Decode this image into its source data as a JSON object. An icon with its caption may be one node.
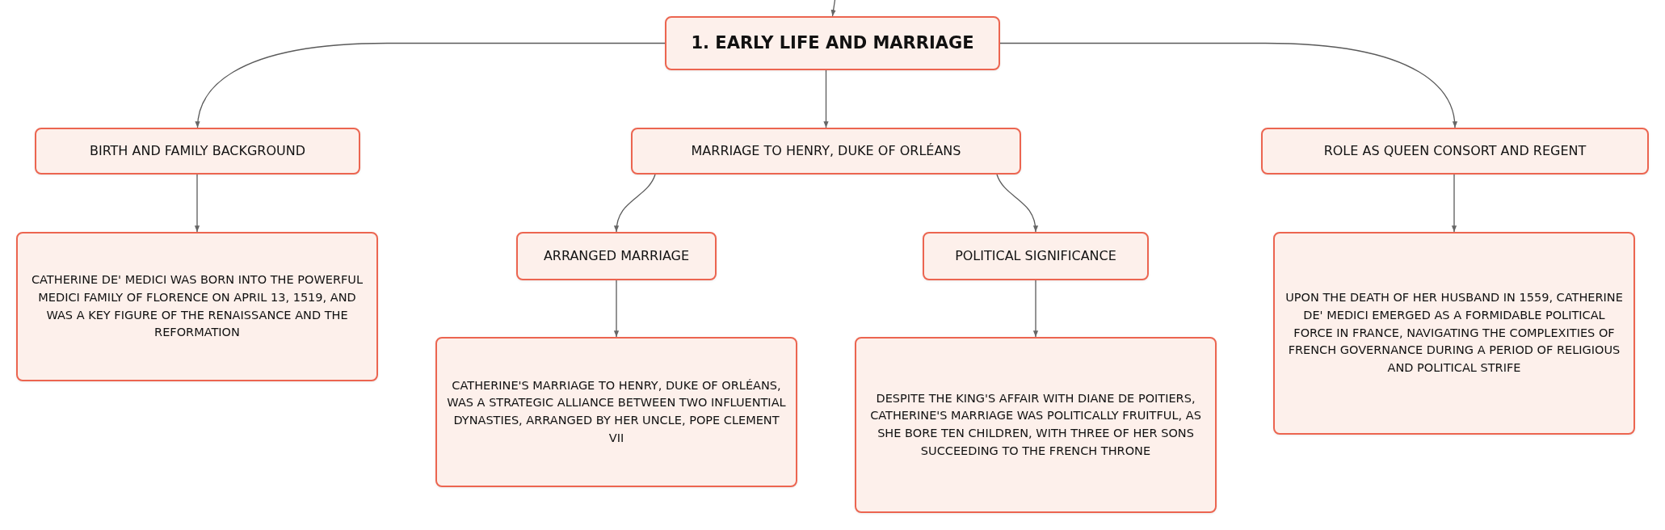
{
  "diagram": {
    "nodes": [
      {
        "text": [
          "1. EARLY LIFE AND MARRIAGE"
        ]
      },
      {
        "text": [
          "BIRTH AND FAMILY BACKGROUND"
        ]
      },
      {
        "text": [
          "MARRIAGE TO HENRY, DUKE OF ORLÉANS"
        ]
      },
      {
        "text": [
          "ROLE AS QUEEN CONSORT AND REGENT"
        ]
      },
      {
        "text": [
          "CATHERINE DE' MEDICI WAS BORN INTO THE POWERFUL MEDICI FAMILY OF FLORENCE ON APRIL 13, 1519, AND WAS A KEY FIGURE OF THE RENAISSANCE AND THE REFORMATION"
        ]
      },
      {
        "text": [
          "ARRANGED MARRIAGE"
        ]
      },
      {
        "text": [
          "POLITICAL SIGNIFICANCE"
        ]
      },
      {
        "text": [
          "CATHERINE'S MARRIAGE TO HENRY, DUKE OF ORLÉANS, WAS A STRATEGIC ALLIANCE BETWEEN TWO INFLUENTIAL DYNASTIES, ARRANGED BY HER UNCLE, POPE CLEMENT VII"
        ]
      },
      {
        "text": [
          "DESPITE THE KING'S AFFAIR WITH DIANE DE POITIERS, CATHERINE'S MARRIAGE WAS POLITICALLY FRUITFUL, AS SHE BORE TEN CHILDREN, WITH THREE OF HER SONS SUCCEEDING TO THE FRENCH THRONE"
        ]
      },
      {
        "text": [
          "UPON THE DEATH OF HER HUSBAND IN 1559, CATHERINE DE' MEDICI EMERGED AS A FORMIDABLE POLITICAL FORCE IN FRANCE, NAVIGATING THE COMPLEXITIES OF FRENCH GOVERNANCE DURING A PERIOD OF RELIGIOUS AND POLITICAL STRIFE"
        ]
      }
    ],
    "edges": [
      {
        "from": null,
        "to": 0,
        "arrow": "to"
      },
      {
        "from": 0,
        "to": 1,
        "arrow": "to"
      },
      {
        "from": 0,
        "to": 2,
        "arrow": "to"
      },
      {
        "from": 0,
        "to": 3,
        "arrow": "to"
      },
      {
        "from": 1,
        "to": 4,
        "arrow": "to"
      },
      {
        "from": 2,
        "to": 5,
        "arrow": "to"
      },
      {
        "from": 2,
        "to": 6,
        "arrow": "to"
      },
      {
        "from": 5,
        "to": 7,
        "arrow": "to"
      },
      {
        "from": 6,
        "to": 8,
        "arrow": "to"
      },
      {
        "from": 3,
        "to": 9,
        "arrow": "to"
      }
    ]
  }
}
